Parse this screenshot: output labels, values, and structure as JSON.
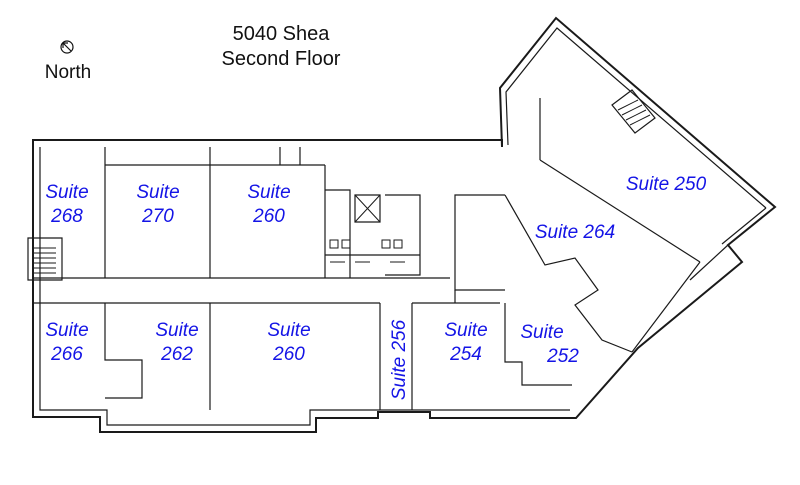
{
  "title": {
    "line1": "5040 Shea",
    "line2": "Second Floor"
  },
  "north": {
    "label": "North",
    "icon": "north-arrow-icon"
  },
  "label_color": "#1414e6",
  "suites": [
    {
      "id": "268",
      "word": "Suite",
      "number": "268"
    },
    {
      "id": "270",
      "word": "Suite",
      "number": "270"
    },
    {
      "id": "260-north",
      "word": "Suite",
      "number": "260"
    },
    {
      "id": "264",
      "text": "Suite 264"
    },
    {
      "id": "250",
      "text": "Suite 250"
    },
    {
      "id": "266",
      "word": "Suite",
      "number": "266"
    },
    {
      "id": "262",
      "word": "Suite",
      "number": "262"
    },
    {
      "id": "260-south",
      "word": "Suite",
      "number": "260"
    },
    {
      "id": "256",
      "text": "Suite 256"
    },
    {
      "id": "254",
      "word": "Suite",
      "number": "254"
    },
    {
      "id": "252",
      "word": "Suite",
      "number": "252"
    }
  ]
}
